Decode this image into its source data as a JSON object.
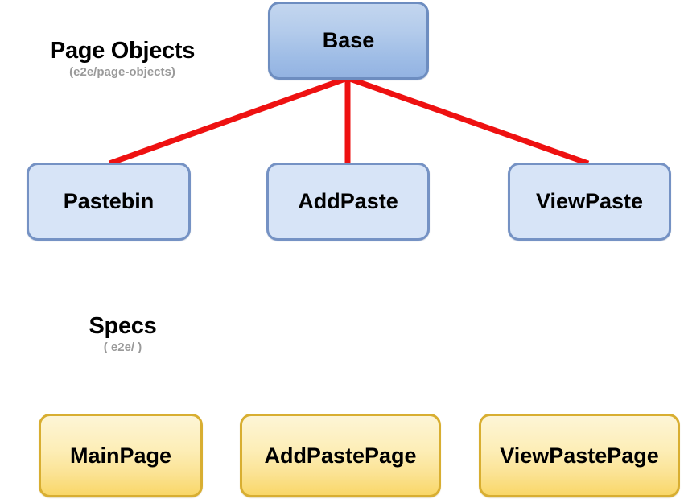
{
  "diagram": {
    "type": "hierarchy",
    "background_color": "#ffffff",
    "sections": [
      {
        "id": "page-objects",
        "title": "Page Objects",
        "subtitle": "(e2e/page-objects)",
        "title_color": "#000000",
        "subtitle_color": "#9a9a9a"
      },
      {
        "id": "specs",
        "title": "Specs",
        "subtitle": "( e2e/ )",
        "title_color": "#000000",
        "subtitle_color": "#9a9a9a"
      }
    ],
    "page_objects": {
      "root": {
        "label": "Base",
        "fill": "#b3cbeb",
        "border": "#6d8dc0"
      },
      "children": [
        {
          "label": "Pastebin",
          "fill": "#d7e4f7",
          "border": "#7592c4"
        },
        {
          "label": "AddPaste",
          "fill": "#d7e4f7",
          "border": "#7592c4"
        },
        {
          "label": "ViewPaste",
          "fill": "#d7e4f7",
          "border": "#7592c4"
        }
      ]
    },
    "specs": {
      "items": [
        {
          "label": "MainPage",
          "fill": "#fbe395",
          "border": "#d8ae31"
        },
        {
          "label": "AddPastePage",
          "fill": "#fbe395",
          "border": "#d8ae31"
        },
        {
          "label": "ViewPastePage",
          "fill": "#fbe395",
          "border": "#d8ae31"
        }
      ]
    },
    "edges": {
      "color": "#ee1111",
      "width": 7,
      "connections": [
        {
          "from": "Base",
          "to": "Pastebin"
        },
        {
          "from": "Base",
          "to": "AddPaste"
        },
        {
          "from": "Base",
          "to": "ViewPaste"
        }
      ]
    }
  }
}
